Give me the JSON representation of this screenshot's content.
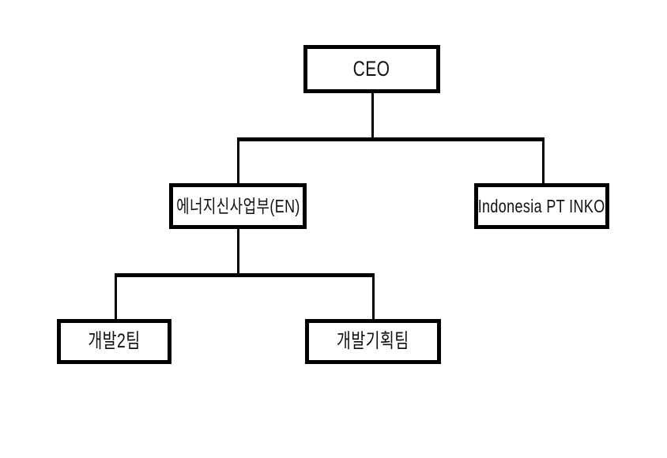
{
  "diagram": {
    "type": "organization-chart",
    "orientation": "top-down",
    "background_color": "#ffffff",
    "line_color": "#000000",
    "box_border_color": "#000000",
    "box_fill_color": "#ffffff",
    "text_color": "#111111"
  },
  "nodes": {
    "ceo": {
      "label": "CEO",
      "level": 1
    },
    "energy": {
      "label": "에너지신사업부(EN)",
      "level": 2
    },
    "indonesia": {
      "label": "Indonesia PT INKO",
      "level": 2
    },
    "team2": {
      "label": "개발2팀",
      "level": 3
    },
    "planning": {
      "label": "개발기획팀",
      "level": 3
    }
  },
  "edges": [
    {
      "from": "ceo",
      "to": "energy"
    },
    {
      "from": "ceo",
      "to": "indonesia"
    },
    {
      "from": "energy",
      "to": "team2"
    },
    {
      "from": "energy",
      "to": "planning"
    }
  ]
}
